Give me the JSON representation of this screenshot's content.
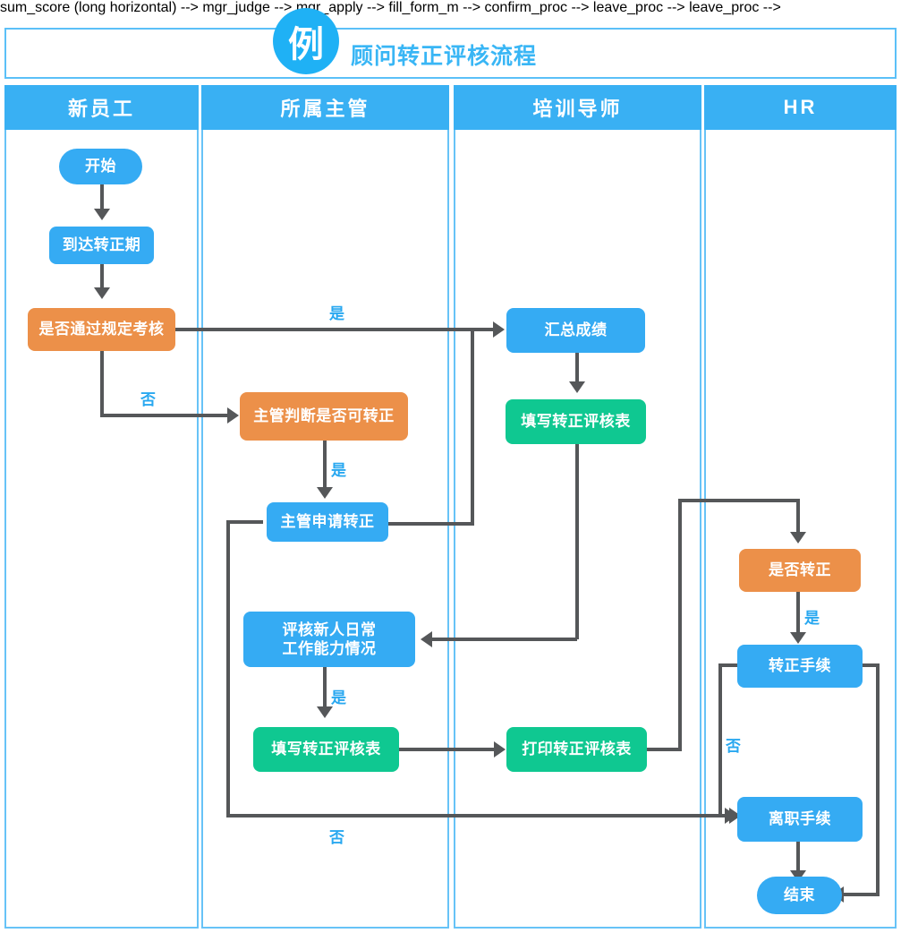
{
  "header": {
    "badge": "例",
    "title": "顾问转正评核流程"
  },
  "lanes": [
    {
      "label": "新员工"
    },
    {
      "label": "所属主管"
    },
    {
      "label": "培训导师"
    },
    {
      "label": "HR"
    }
  ],
  "nodes": {
    "start": {
      "label": "开始",
      "color": "#35ABF3",
      "shape": "pill",
      "lane": "新员工"
    },
    "reach_period": {
      "label": "到达转正期",
      "color": "#35ABF3",
      "shape": "rect",
      "lane": "新员工"
    },
    "pass_exam": {
      "label": "是否通过规定考核",
      "color": "#EC9049",
      "shape": "decision",
      "lane": "新员工"
    },
    "mgr_judge": {
      "label": "主管判断是否可转正",
      "color": "#EC9049",
      "shape": "decision",
      "lane": "所属主管"
    },
    "mgr_apply": {
      "label": "主管申请转正",
      "color": "#35ABF3",
      "shape": "rect",
      "lane": "所属主管"
    },
    "eval_daily_1": {
      "label": "评核新人日常",
      "color": "#35ABF3",
      "shape": "rect",
      "lane": "所属主管"
    },
    "eval_daily_2": {
      "label": "工作能力情况",
      "color": "#35ABF3",
      "shape": "rect",
      "lane": "所属主管"
    },
    "fill_form_m": {
      "label": "填写转正评核表",
      "color": "#0FC891",
      "shape": "rect",
      "lane": "所属主管"
    },
    "sum_score": {
      "label": "汇总成绩",
      "color": "#35ABF3",
      "shape": "rect",
      "lane": "培训导师"
    },
    "fill_form_t": {
      "label": "填写转正评核表",
      "color": "#0FC891",
      "shape": "rect",
      "lane": "培训导师"
    },
    "print_form": {
      "label": "打印转正评核表",
      "color": "#0FC891",
      "shape": "rect",
      "lane": "培训导师"
    },
    "is_confirm": {
      "label": "是否转正",
      "color": "#EC9049",
      "shape": "decision",
      "lane": "HR"
    },
    "confirm_proc": {
      "label": "转正手续",
      "color": "#35ABF3",
      "shape": "rect",
      "lane": "HR"
    },
    "leave_proc": {
      "label": "离职手续",
      "color": "#35ABF3",
      "shape": "rect",
      "lane": "HR"
    },
    "end": {
      "label": "结束",
      "color": "#35ABF3",
      "shape": "pill",
      "lane": "HR"
    }
  },
  "edge_labels": {
    "pass_yes": "是",
    "pass_no": "否",
    "judge_yes": "是",
    "eval_yes": "是",
    "confirm_yes": "是",
    "confirm_no": "否",
    "apply_no": "否"
  },
  "colors": {
    "blue": "#35ABF3",
    "header_blue": "#39B0F3",
    "lane_border": "#67C3F7",
    "orange": "#EC9049",
    "green": "#0FC891",
    "connector": "#555759",
    "label_blue": "#29A8F0"
  }
}
